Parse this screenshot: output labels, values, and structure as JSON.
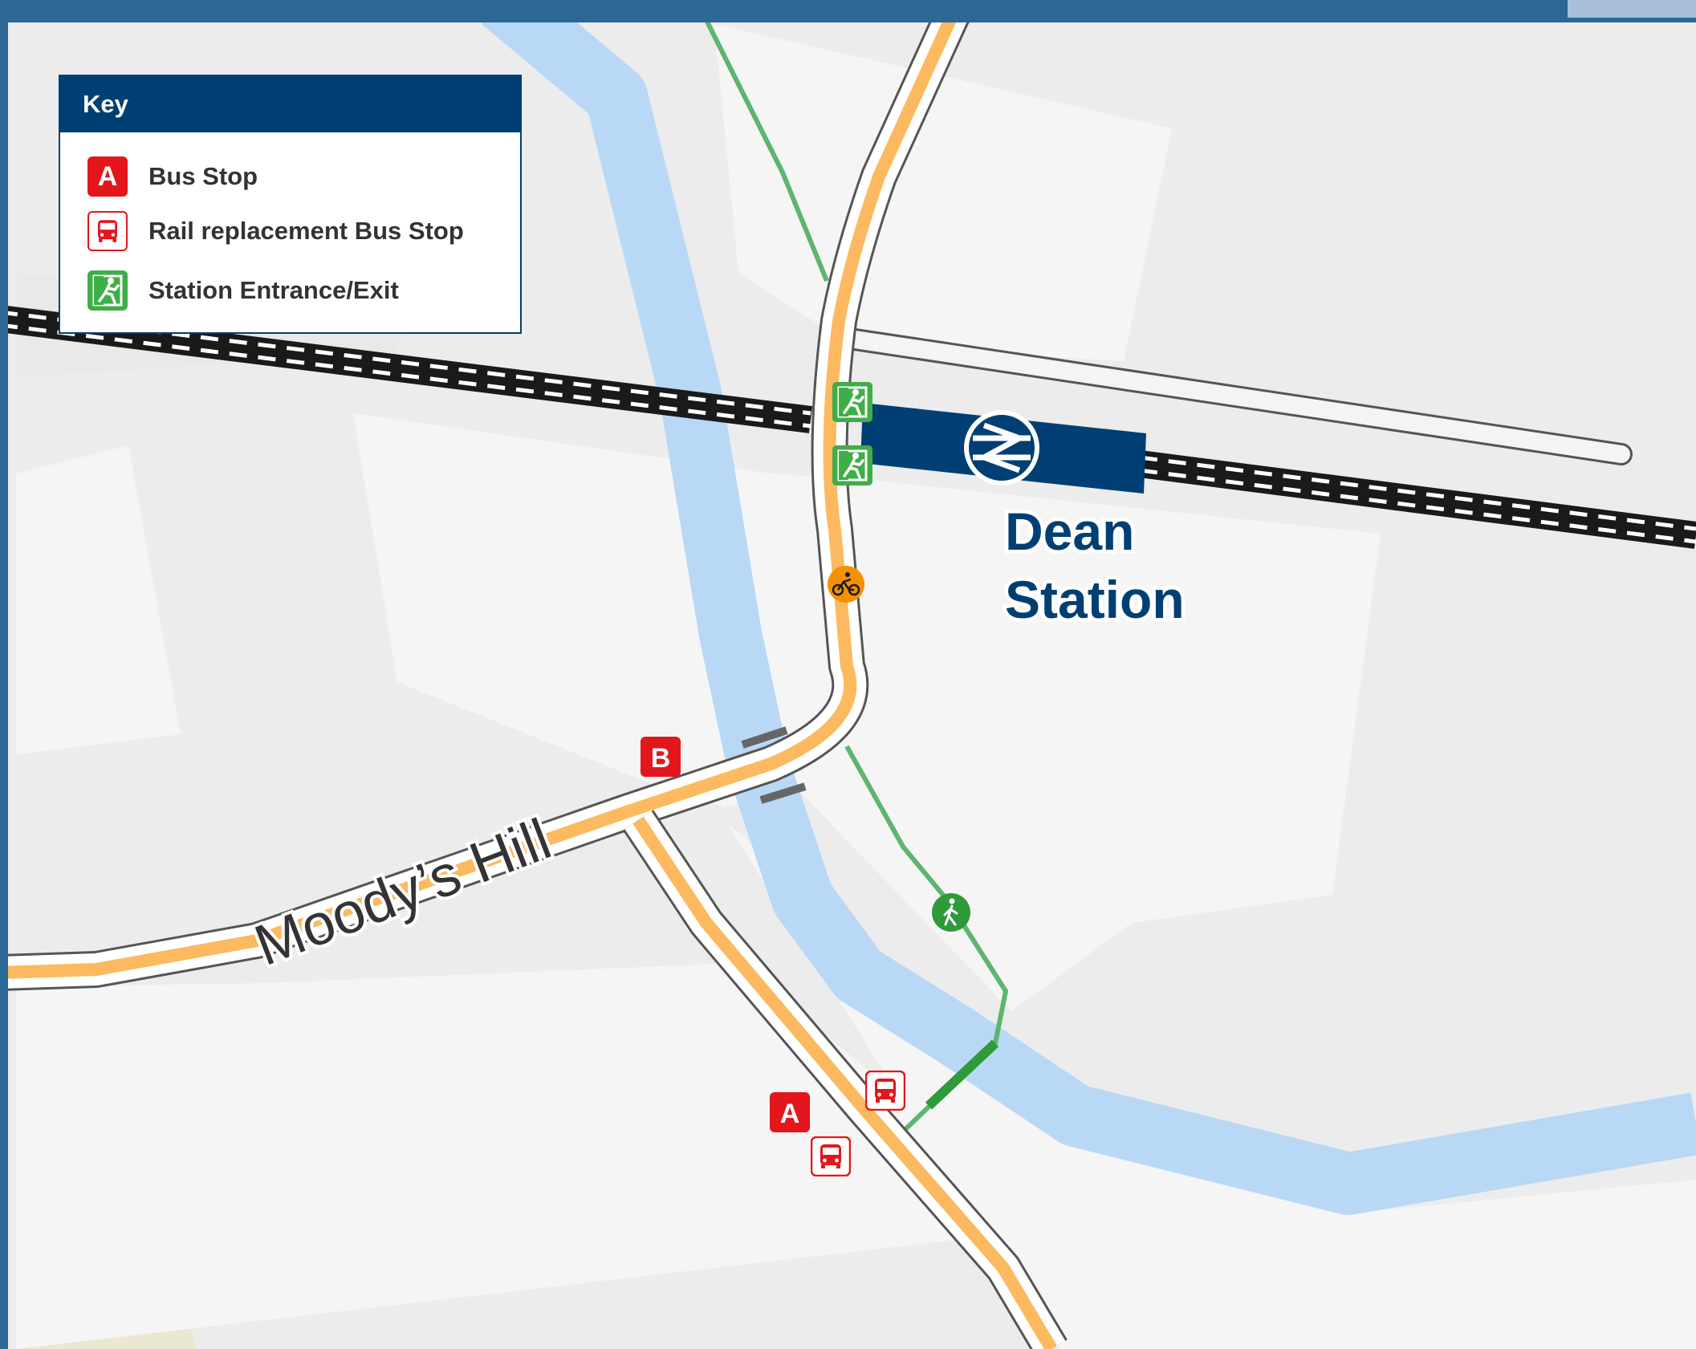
{
  "key": {
    "title": "Key",
    "items": [
      {
        "icon": "bus-stop-icon",
        "label": "Bus Stop"
      },
      {
        "icon": "rail-replacement-bus-icon",
        "label": "Rail replacement Bus Stop"
      },
      {
        "icon": "station-exit-icon",
        "label": "Station Entrance/Exit"
      }
    ]
  },
  "station": {
    "name_line1": "Dean",
    "name_line2": "Station"
  },
  "roads": {
    "moodys_hill": "Moody’s Hill"
  },
  "bus_stops": [
    {
      "letter": "A"
    },
    {
      "letter": "B"
    }
  ],
  "key_icon_letter": "A",
  "colors": {
    "header_blue": "#2b6896",
    "station_navy": "#003f73",
    "river": "#b9d8f6",
    "road_orange": "#fcb95f",
    "footpath_green": "#5fb46f",
    "bus_red": "#e3161c",
    "exit_green": "#3fae49",
    "cycle_orange": "#f39200",
    "park": "#eae8d2",
    "building_dark": "#e9e9e9",
    "building_light": "#f5f5f5"
  }
}
